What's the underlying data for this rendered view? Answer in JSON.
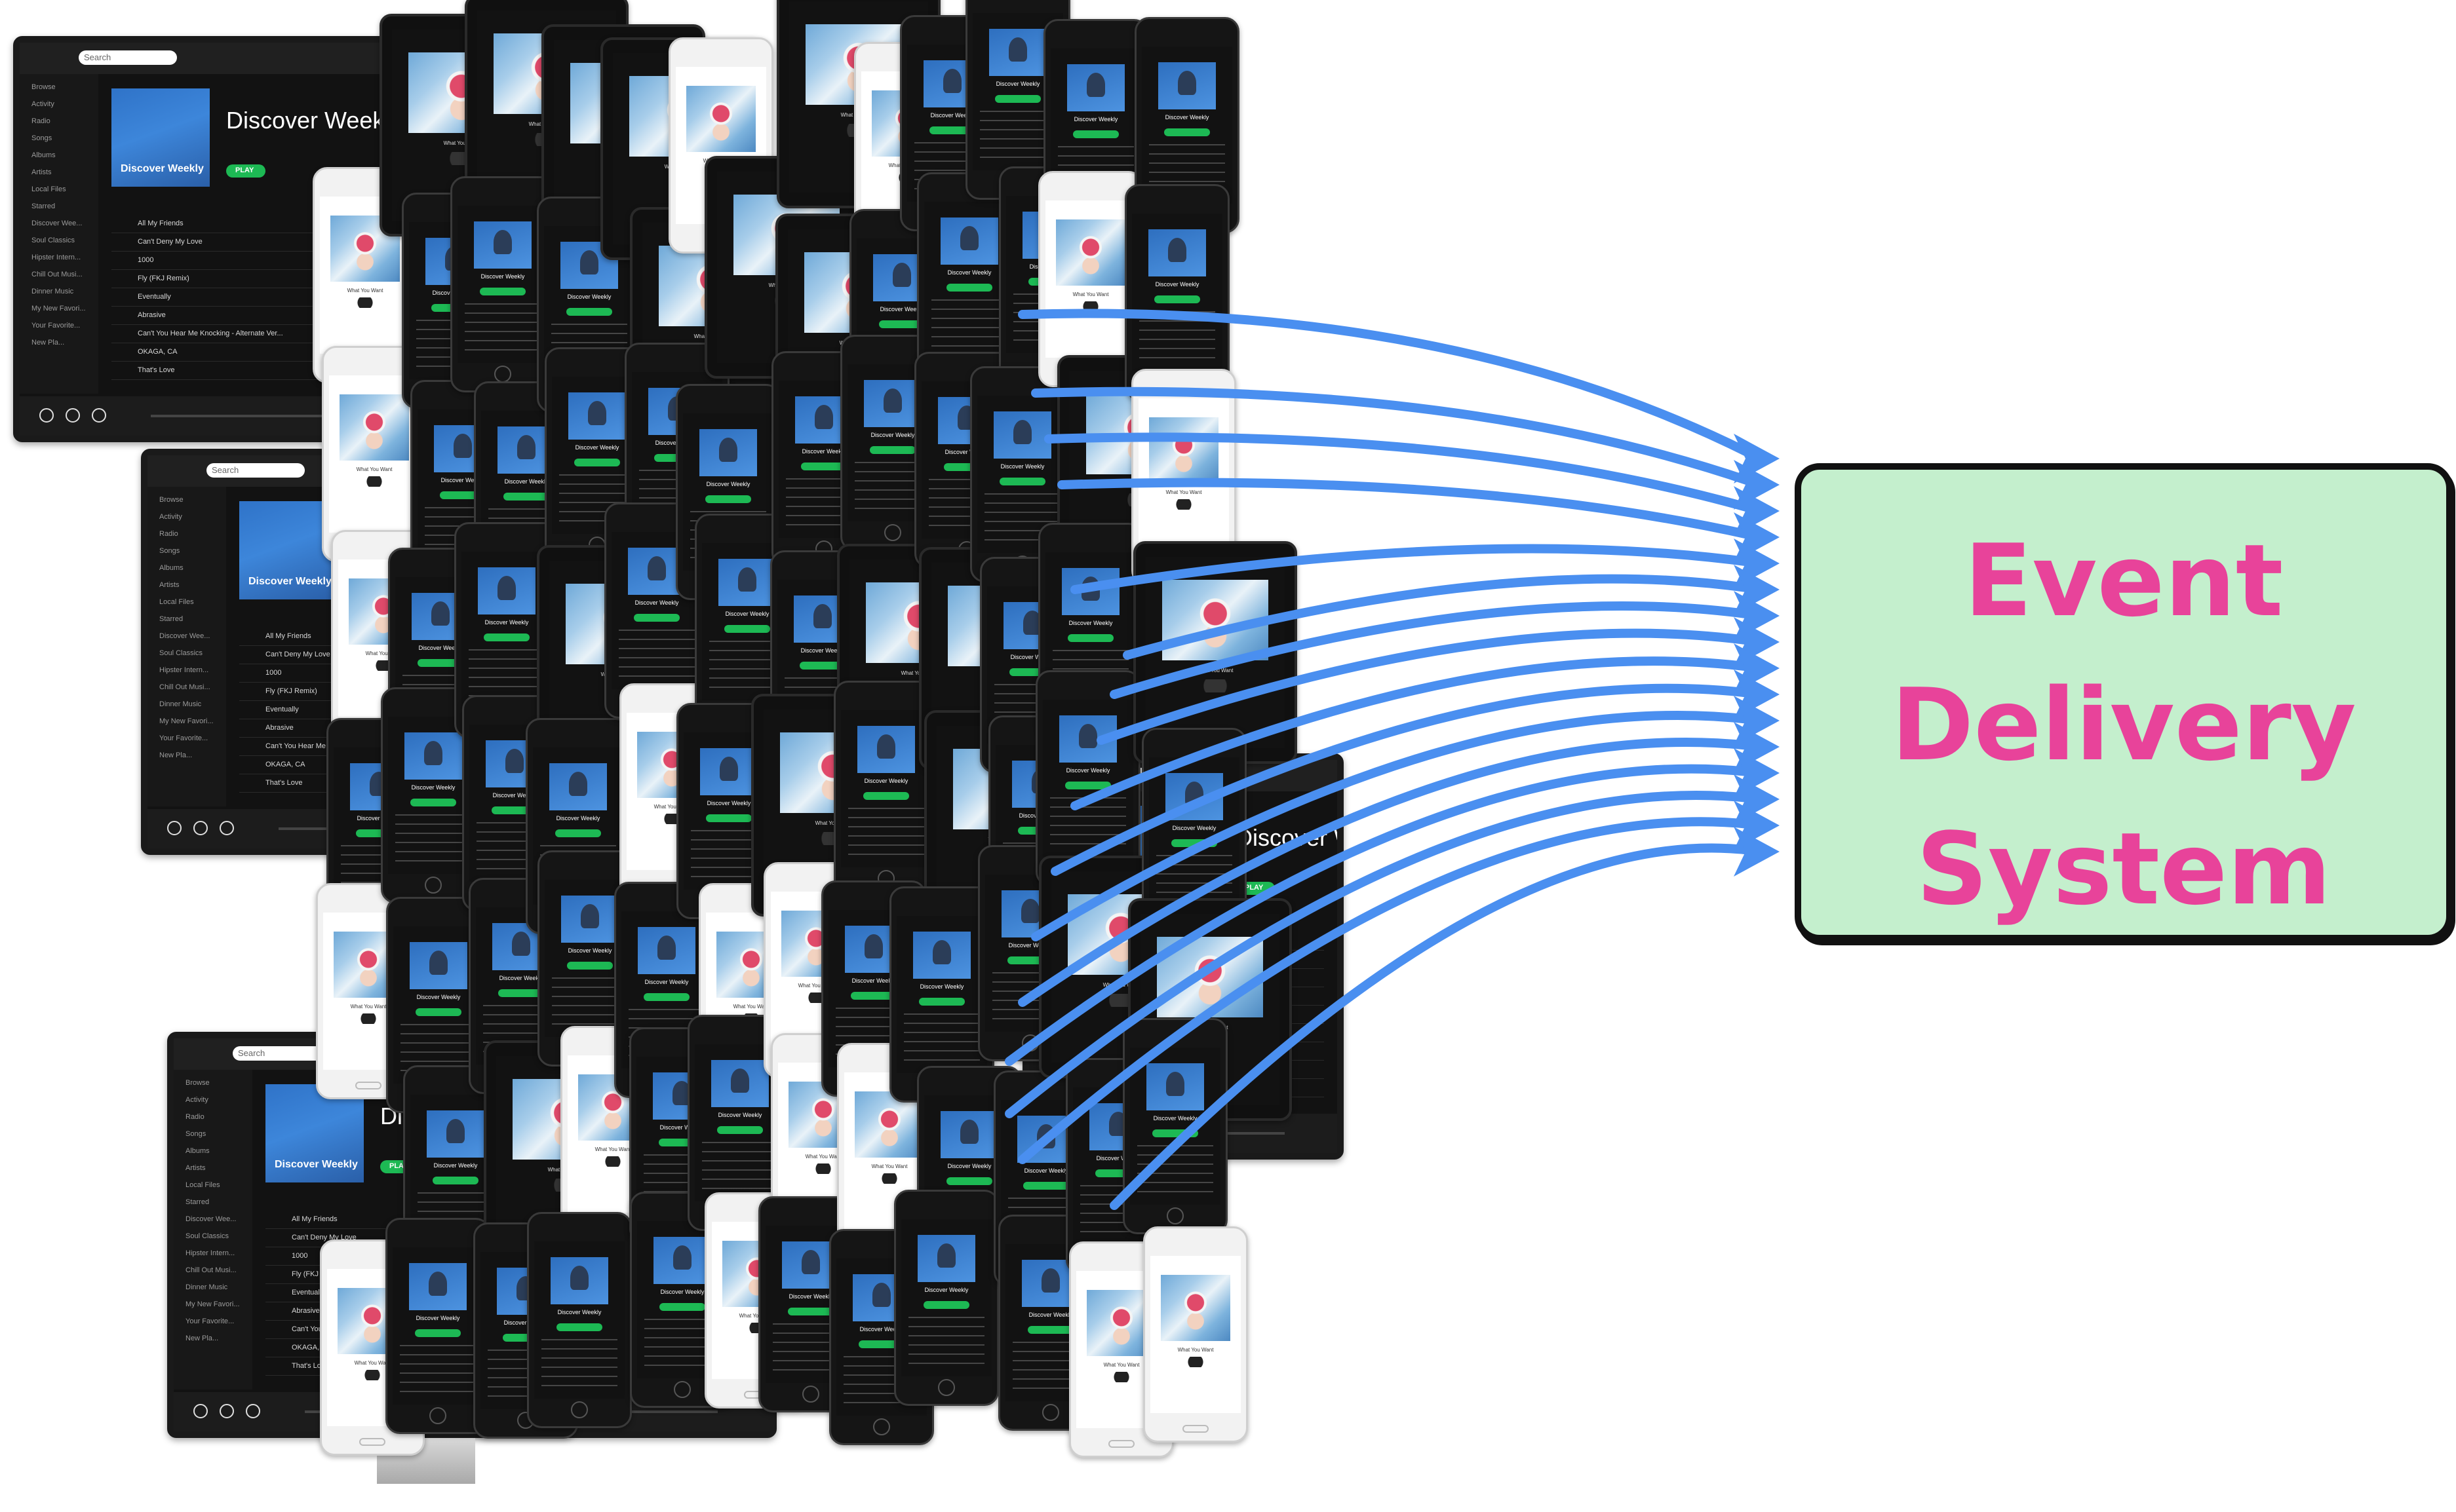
{
  "target": {
    "lines": [
      "Event",
      "Delivery",
      "System"
    ],
    "text_color": "#e8439a",
    "fill_color": "#c4efcd",
    "border_color": "#111111"
  },
  "arrow_color": "#4a8ff0",
  "arrow_count": 16,
  "app_ui": {
    "search_placeholder": "Search",
    "playlist_title": "Discover Weekly",
    "cover_label": "Discover Weekly",
    "play_button": "PLAY",
    "now_playing": "What You Want",
    "sidebar_items": [
      "Browse",
      "Activity",
      "Radio",
      "Songs",
      "Albums",
      "Artists",
      "Local Files",
      "Starred",
      "Discover Wee...",
      "Soul Classics",
      "Hipster Intern...",
      "Chill Out Musi...",
      "Dinner Music",
      "My New Favori...",
      "Your Favorite...",
      "New Pla..."
    ],
    "songs": [
      "All My Friends",
      "Can't Deny My Love",
      "1000",
      "Fly (FKJ Remix)",
      "Eventually",
      "Abrasive",
      "Can't You Hear Me Knocking - Alternate Ver...",
      "OKAGA, CA",
      "That's Love"
    ]
  }
}
